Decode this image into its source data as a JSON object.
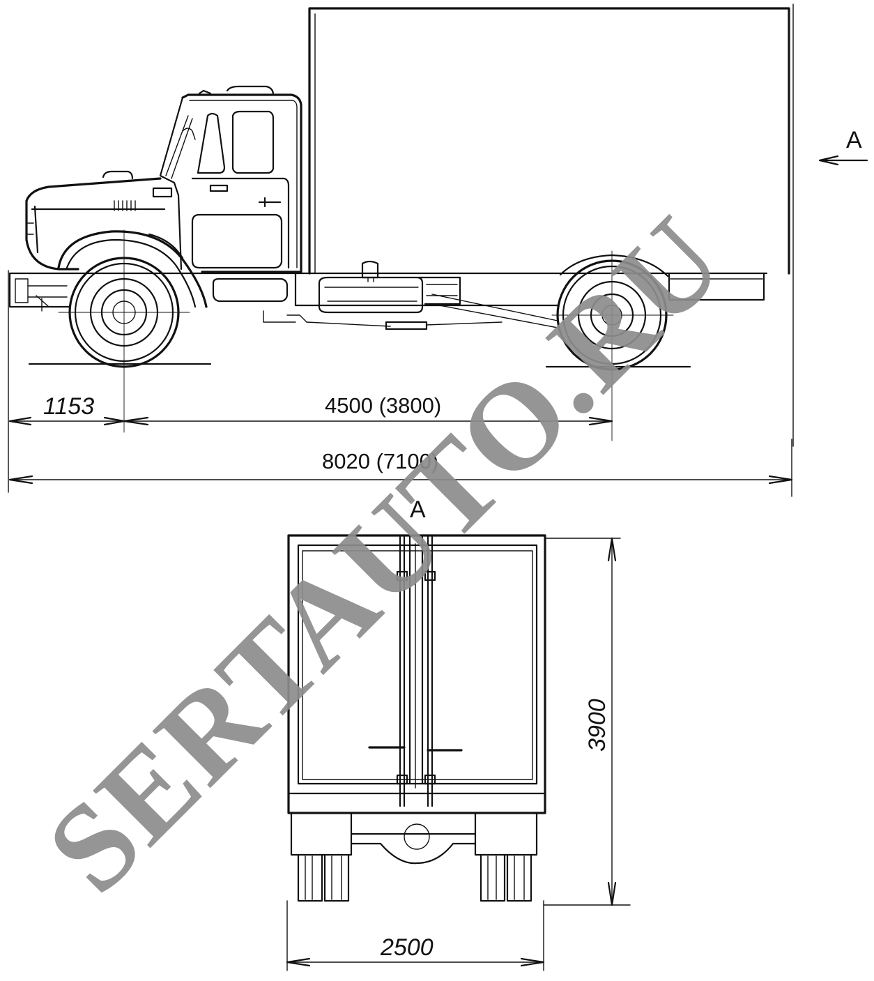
{
  "dimensions": {
    "front_overhang": "1153",
    "wheelbase": "4500 (3800)",
    "overall_length": "8020 (7100)",
    "height": "3900",
    "width": "2500"
  },
  "view_marker": {
    "side_label": "A",
    "rear_label": "A"
  },
  "watermark": {
    "text": "SERTAUTO.RU"
  }
}
